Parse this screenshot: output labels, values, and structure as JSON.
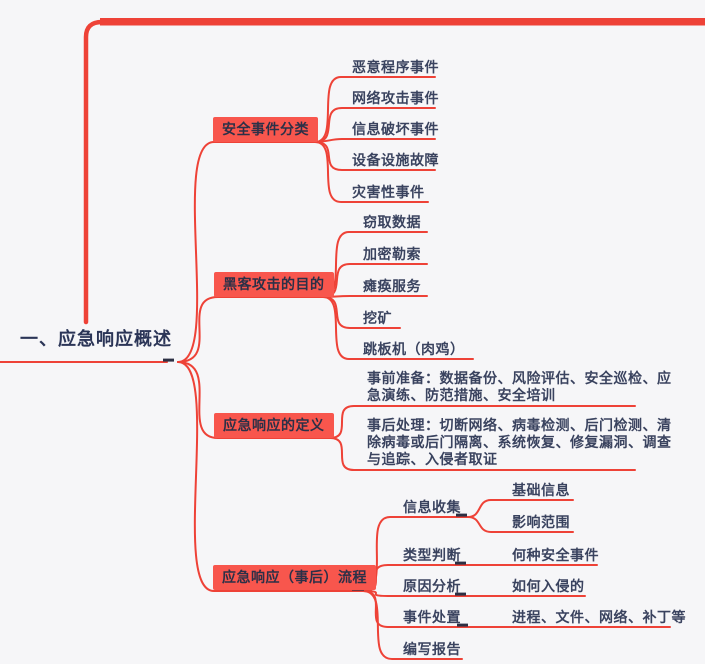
{
  "colors": {
    "background": "#f6f6f8",
    "connector_red": "#ee4237",
    "branch_box_fill": "#f8564d",
    "branch_box_text": "#2c3047",
    "leaf_text": "#3a435f",
    "root_text": "#2b3557",
    "anchor_dash": "#2c3044"
  },
  "root": {
    "label": "一、应急响应概述"
  },
  "branches": [
    {
      "label": "安全事件分类",
      "children": [
        {
          "label": "恶意程序事件"
        },
        {
          "label": "网络攻击事件"
        },
        {
          "label": "信息破坏事件"
        },
        {
          "label": "设备设施故障"
        },
        {
          "label": "灾害性事件"
        }
      ]
    },
    {
      "label": "黑客攻击的目的",
      "children": [
        {
          "label": "窃取数据"
        },
        {
          "label": "加密勒索"
        },
        {
          "label": "瘫痪服务"
        },
        {
          "label": "挖矿"
        },
        {
          "label": "跳板机（肉鸡）"
        }
      ]
    },
    {
      "label": "应急响应的定义",
      "children": [
        {
          "label": "事前准备：数据备份、风险评估、安全巡检、应\n急演练、防范措施、安全培训"
        },
        {
          "label": "事后处理：切断网络、病毒检测、后门检测、清\n除病毒或后门隔离、系统恢复、修复漏洞、调查\n与追踪、入侵者取证"
        }
      ]
    },
    {
      "label": "应急响应（事后）流程",
      "children": [
        {
          "label": "信息收集",
          "children": [
            {
              "label": "基础信息"
            },
            {
              "label": "影响范围"
            }
          ]
        },
        {
          "label": "类型判断",
          "children": [
            {
              "label": "何种安全事件"
            }
          ]
        },
        {
          "label": "原因分析",
          "children": [
            {
              "label": "如何入侵的"
            }
          ]
        },
        {
          "label": "事件处置",
          "children": [
            {
              "label": "进程、文件、网络、补丁等"
            }
          ]
        },
        {
          "label": "编写报告",
          "children": []
        }
      ]
    }
  ]
}
